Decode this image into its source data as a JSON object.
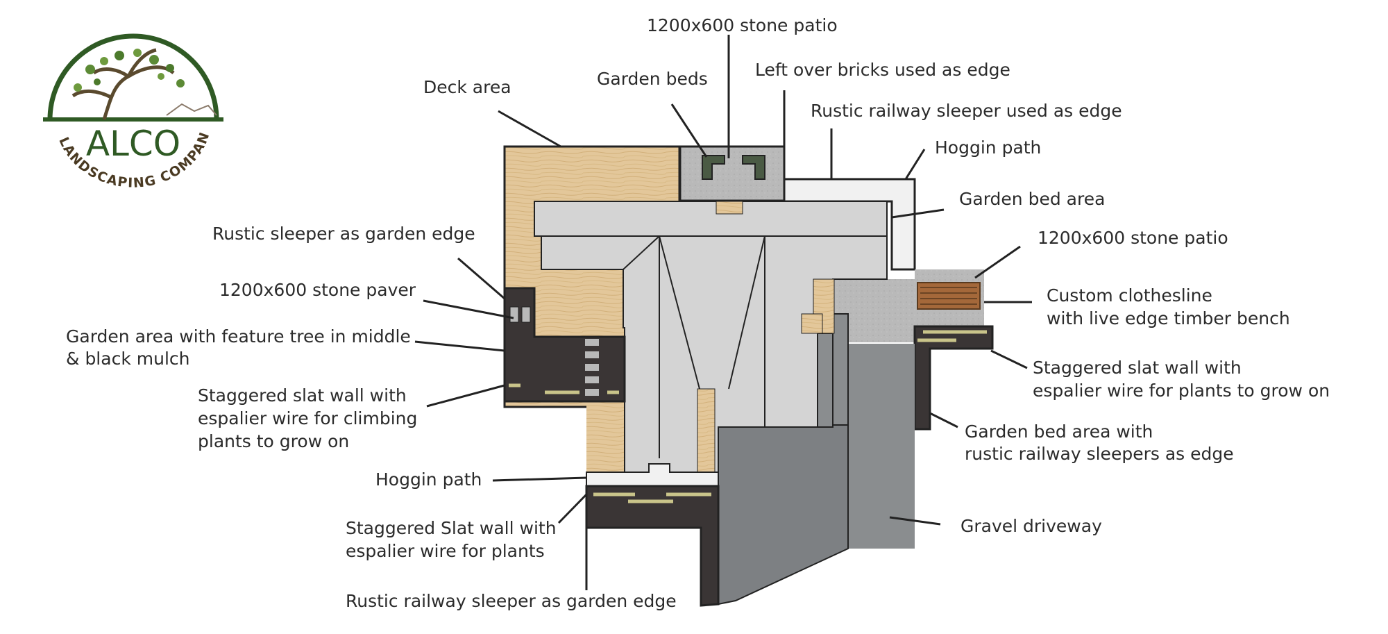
{
  "logo": {
    "name": "ALCO",
    "tagline": "A LANDSCAPING COMPANY",
    "color": "#2f5a24"
  },
  "labels": {
    "stone_patio_top": "1200x600 stone patio",
    "deck_area": "Deck area",
    "garden_beds": "Garden beds",
    "leftover_bricks": "Left over bricks used as edge",
    "rustic_sleeper_edge_top": "Rustic railway sleeper used as edge",
    "hoggin_path_top": "Hoggin path",
    "garden_bed_area": "Garden bed area",
    "stone_patio_right": "1200x600 stone patio",
    "clothesline_line1": "Custom clothesline",
    "clothesline_line2": "with live edge timber bench",
    "slat_wall_right_line1": "Staggered slat wall with",
    "slat_wall_right_line2": "espalier wire for plants to grow on",
    "garden_bed_sleepers_line1": "Garden bed area with",
    "garden_bed_sleepers_line2": "rustic railway sleepers as edge",
    "gravel_driveway": "Gravel driveway",
    "rustic_sleeper_garden_edge": "Rustic sleeper as garden edge",
    "stone_paver": "1200x600 stone paver",
    "feature_tree_line1": "Garden area with feature tree in middle",
    "feature_tree_line2": "& black mulch",
    "slat_wall_left_line1": "Staggered slat wall with",
    "slat_wall_left_line2": "espalier wire for climbing",
    "slat_wall_left_line3": "plants to grow on",
    "hoggin_path_bottom": "Hoggin path",
    "slat_wall_bottom_line1": "Staggered Slat wall with",
    "slat_wall_bottom_line2": "espalier wire for plants",
    "rustic_sleeper_bottom": "Rustic railway sleeper as garden edge"
  },
  "colors": {
    "timber": "#e3c79a",
    "roof": "#d4d4d4",
    "roof_light": "#dedede",
    "mulch": "#3a3535",
    "stone": "#b9b9b9",
    "hoggin": "#f1f1f1",
    "driveway": "#8a8d8f",
    "driveway_dark": "#7d8083",
    "plant": "#4a5a44",
    "slat": "#c9c48a",
    "bench": "#a4683a"
  }
}
